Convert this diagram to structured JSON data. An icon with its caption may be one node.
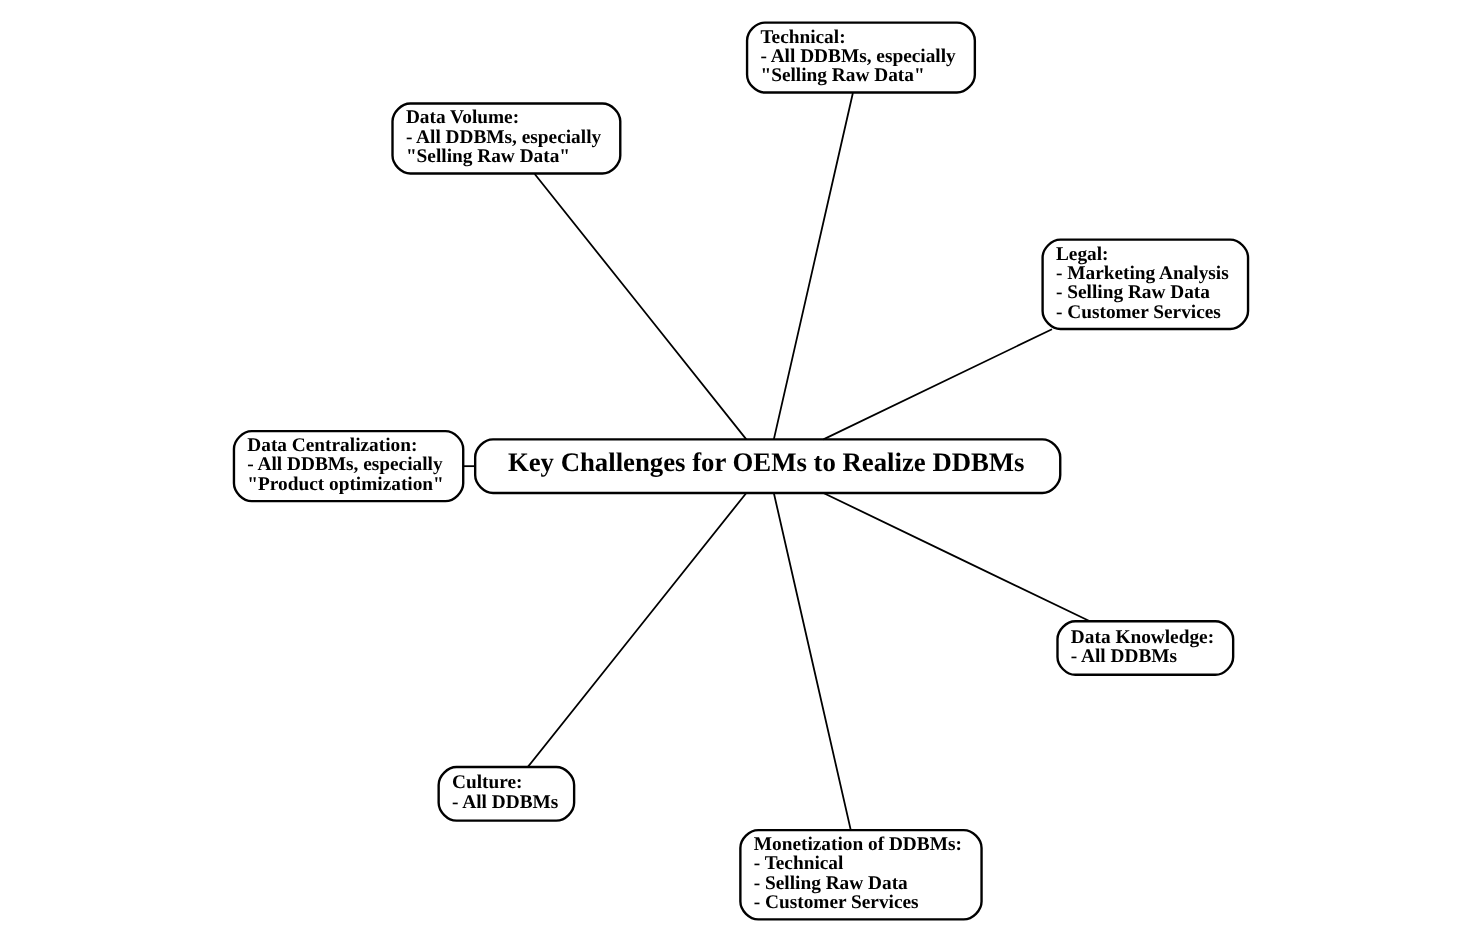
{
  "diagram": {
    "nodes": [
      {
        "text": [
          "Legal:",
          "- Marketing Analysis",
          "- Selling Raw Data",
          "- Customer Services"
        ]
      },
      {
        "text": [
          "Technical:",
          "- All DDBMs, especially \"Selling Raw Data\""
        ]
      },
      {
        "text": [
          "Data Volume:",
          "- All DDBMs, especially \"Selling Raw Data\""
        ]
      },
      {
        "text": [
          "Data Centralization:",
          "- All DDBMs, especially \"Product optimization\""
        ]
      },
      {
        "text": [
          "Key Challenges for OEMs to Realize DDBMs"
        ]
      },
      {
        "text": [
          "Culture:",
          "- All DDBMs"
        ]
      },
      {
        "text": [
          "Monetization of DDBMs:",
          "- Technical",
          "- Selling Raw Data",
          "- Customer Services"
        ]
      },
      {
        "text": [
          "Data Knowledge:",
          "- All DDBMs"
        ]
      }
    ],
    "edges": [
      {
        "from": 4,
        "to": 0,
        "arrow": "none"
      },
      {
        "from": 4,
        "to": 1,
        "arrow": "none"
      },
      {
        "from": 4,
        "to": 2,
        "arrow": "none"
      },
      {
        "from": 4,
        "to": 3,
        "arrow": "none"
      },
      {
        "from": 4,
        "to": 5,
        "arrow": "none"
      },
      {
        "from": 4,
        "to": 6,
        "arrow": "none"
      },
      {
        "from": 4,
        "to": 7,
        "arrow": "none"
      }
    ]
  }
}
